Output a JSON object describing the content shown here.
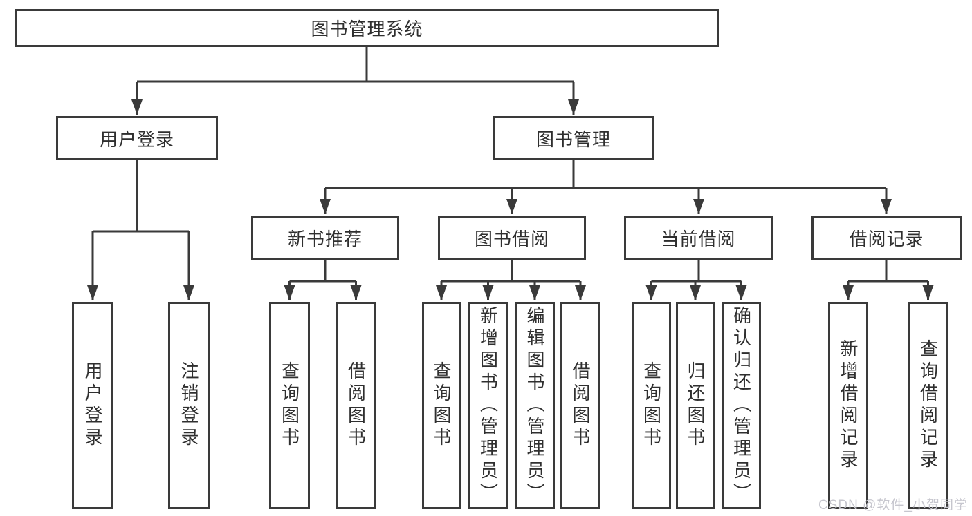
{
  "diagram": {
    "root": {
      "label": "图书管理系统"
    },
    "branches": [
      {
        "label": "用户登录",
        "children": [
          {
            "label": "用户登录"
          },
          {
            "label": "注销登录"
          }
        ]
      },
      {
        "label": "图书管理",
        "sections": [
          {
            "label": "新书推荐",
            "children": [
              {
                "label": "查询图书"
              },
              {
                "label": "借阅图书"
              }
            ]
          },
          {
            "label": "图书借阅",
            "children": [
              {
                "label": "查询图书"
              },
              {
                "label": "新增图书（管理员）"
              },
              {
                "label": "编辑图书（管理员）"
              },
              {
                "label": "借阅图书"
              }
            ]
          },
          {
            "label": "当前借阅",
            "children": [
              {
                "label": "查询图书"
              },
              {
                "label": "归还图书"
              },
              {
                "label": "确认归还（管理员）"
              }
            ]
          },
          {
            "label": "借阅记录",
            "children": [
              {
                "label": "新增借阅记录"
              },
              {
                "label": "查询借阅记录"
              }
            ]
          }
        ]
      }
    ]
  },
  "watermark": {
    "text": "CSDN @软件_小贺同学"
  },
  "colors": {
    "line": "#3a3a3a",
    "text": "#2f2f2f",
    "background": "#ffffff",
    "watermark": "#c6c6ce"
  }
}
